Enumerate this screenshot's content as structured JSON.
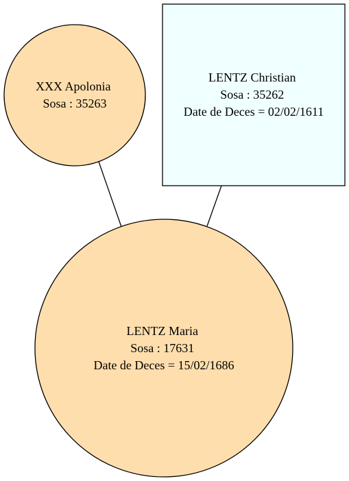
{
  "colors": {
    "female_fill": "#ffdead",
    "male_fill": "#f0ffff",
    "stroke": "#000000"
  },
  "nodes": {
    "mother": {
      "lines": [
        "XXX Apolonia",
        "Sosa : 35263"
      ]
    },
    "father": {
      "lines": [
        "LENTZ Christian",
        "Sosa : 35262",
        "Date de Deces = 02/02/1611"
      ]
    },
    "child": {
      "lines": [
        "LENTZ Maria",
        "Sosa : 17631",
        "Date de Deces = 15/02/1686"
      ]
    }
  }
}
